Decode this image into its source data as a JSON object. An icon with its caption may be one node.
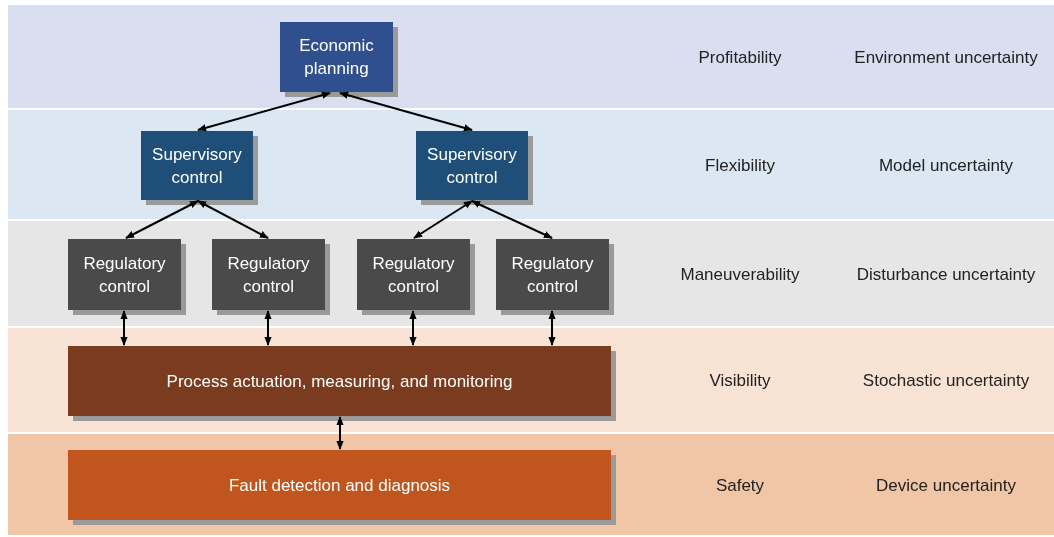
{
  "diagram": {
    "nodes": [
      {
        "text": [
          "Profitability",
          "Environment uncertainty"
        ]
      },
      {
        "text": [
          "Economic planning"
        ],
        "in": 0
      },
      {
        "text": [
          "Flexibility",
          "Model uncertainty"
        ]
      },
      {
        "text": [
          "Supervisory control"
        ],
        "in": 2
      },
      {
        "text": [
          "Supervisory control"
        ],
        "in": 2
      },
      {
        "text": [
          "Maneuverability",
          "Disturbance uncertainty"
        ]
      },
      {
        "text": [
          "Regulatory control"
        ],
        "in": 5
      },
      {
        "text": [
          "Regulatory control"
        ],
        "in": 5
      },
      {
        "text": [
          "Regulatory control"
        ],
        "in": 5
      },
      {
        "text": [
          "Regulatory control"
        ],
        "in": 5
      },
      {
        "text": [
          "Visibility",
          "Stochastic uncertainty"
        ]
      },
      {
        "text": [
          "Process actuation, measuring, and monitoring"
        ],
        "in": 10
      },
      {
        "text": [
          "Safety",
          "Device uncertainty"
        ]
      },
      {
        "text": [
          "Fault detection and diagnosis"
        ],
        "in": 12
      }
    ],
    "edges": [
      {
        "from": 1,
        "to": 3,
        "arrow": "both"
      },
      {
        "from": 1,
        "to": 4,
        "arrow": "both"
      },
      {
        "from": 3,
        "to": 6,
        "arrow": "both"
      },
      {
        "from": 3,
        "to": 7,
        "arrow": "both"
      },
      {
        "from": 4,
        "to": 8,
        "arrow": "both"
      },
      {
        "from": 4,
        "to": 9,
        "arrow": "both"
      },
      {
        "from": 6,
        "to": 11,
        "arrow": "both"
      },
      {
        "from": 7,
        "to": 11,
        "arrow": "both"
      },
      {
        "from": 8,
        "to": 11,
        "arrow": "both"
      },
      {
        "from": 9,
        "to": 11,
        "arrow": "both"
      },
      {
        "from": 11,
        "to": 13,
        "arrow": "both"
      }
    ]
  }
}
